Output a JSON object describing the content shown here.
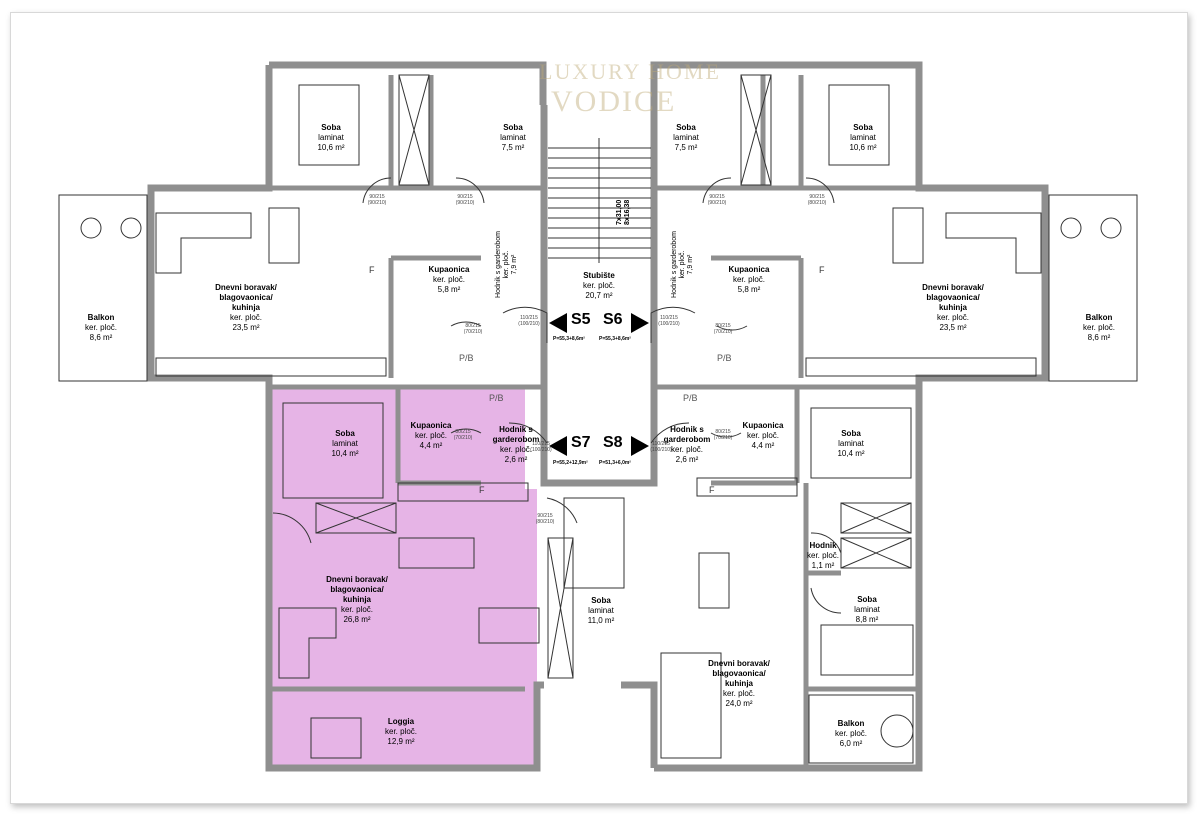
{
  "watermark": {
    "line1": "LUXURY HOME",
    "line2": "VODICE"
  },
  "colors": {
    "highlight": "#e6b4e6",
    "wall": "#8f8f8f",
    "line": "#333333"
  },
  "units": [
    {
      "id": "S5",
      "useful_area": "P=55,3+8,6m²"
    },
    {
      "id": "S6",
      "useful_area": "P=55,3+8,6m²"
    },
    {
      "id": "S7",
      "useful_area": "P=55,2+12,9m²"
    },
    {
      "id": "S8",
      "useful_area": "P=51,3+6,0m²"
    }
  ],
  "rooms": {
    "s5_soba1": {
      "name": "Soba",
      "floor": "laminat",
      "area": "10,6 m²"
    },
    "s5_soba2": {
      "name": "Soba",
      "floor": "laminat",
      "area": "7,5 m²"
    },
    "s6_soba2": {
      "name": "Soba",
      "floor": "laminat",
      "area": "7,5 m²"
    },
    "s6_soba1": {
      "name": "Soba",
      "floor": "laminat",
      "area": "10,6 m²"
    },
    "s5_balkon": {
      "name": "Balkon",
      "floor": "ker. ploč.",
      "area": "8,6 m²"
    },
    "s5_dnevni": {
      "name1": "Dnevni boravak/",
      "name2": "blagovaonica/",
      "name3": "kuhinja",
      "floor": "ker. ploč.",
      "area": "23,5 m²"
    },
    "s5_kupaonica": {
      "name": "Kupaonica",
      "floor": "ker. ploč.",
      "area": "5,8 m²"
    },
    "s5_hodnik": {
      "name": "Hodnik s garderobom",
      "floor": "ker. ploč.",
      "area": "7,9 m²"
    },
    "stubiste": {
      "name": "Stubište",
      "floor": "ker. ploč.",
      "area": "20,7 m²",
      "stair_note1": "7x31,00",
      "stair_note2": "8x16,38"
    },
    "s6_hodnik": {
      "name": "Hodnik s garderobom",
      "floor": "ker. ploč.",
      "area": "7,9 m²"
    },
    "s6_kupaonica": {
      "name": "Kupaonica",
      "floor": "ker. ploč.",
      "area": "5,8 m²"
    },
    "s6_dnevni": {
      "name1": "Dnevni boravak/",
      "name2": "blagovaonica/",
      "name3": "kuhinja",
      "floor": "ker. ploč.",
      "area": "23,5 m²"
    },
    "s6_balkon": {
      "name": "Balkon",
      "floor": "ker. ploč.",
      "area": "8,6 m²"
    },
    "s7_soba": {
      "name": "Soba",
      "floor": "laminat",
      "area": "10,4 m²"
    },
    "s7_kupaonica": {
      "name": "Kupaonica",
      "floor": "ker. ploč.",
      "area": "4,4 m²"
    },
    "s7_hodnik": {
      "name1": "Hodnik s",
      "name2": "garderobom",
      "floor": "ker. ploč.",
      "area": "2,6 m²"
    },
    "s7_dnevni": {
      "name1": "Dnevni boravak/",
      "name2": "blagovaonica/",
      "name3": "kuhinja",
      "floor": "ker. ploč.",
      "area": "26,8 m²"
    },
    "s7_loggia": {
      "name": "Loggia",
      "floor": "ker. ploč.",
      "area": "12,9 m²"
    },
    "s8_soba_mid": {
      "name": "Soba",
      "floor": "laminat",
      "area": "11,0 m²"
    },
    "s8_hodnik_s": {
      "name1": "Hodnik s",
      "name2": "garderobom",
      "floor": "ker. ploč.",
      "area": "2,6 m²"
    },
    "s8_kupaonica": {
      "name": "Kupaonica",
      "floor": "ker. ploč.",
      "area": "4,4 m²"
    },
    "s8_soba1": {
      "name": "Soba",
      "floor": "laminat",
      "area": "10,4 m²"
    },
    "s8_hodnik": {
      "name": "Hodnik",
      "floor": "ker. ploč.",
      "area": "1,1 m²"
    },
    "s8_soba2": {
      "name": "Soba",
      "floor": "laminat",
      "area": "8,8 m²"
    },
    "s8_dnevni": {
      "name1": "Dnevni boravak/",
      "name2": "blagovaonica/",
      "name3": "kuhinja",
      "floor": "ker. ploč.",
      "area": "24,0 m²"
    },
    "s8_balkon": {
      "name": "Balkon",
      "floor": "ker. ploč.",
      "area": "6,0 m²"
    }
  },
  "doors": {
    "d90_215": "90/215",
    "d90_210": "(90/210)",
    "d80_215": "80/215",
    "d80_210": "(80/210)",
    "d110_215": "110/215",
    "d100_210": "(100/210)",
    "d70_210": "(70/210)",
    "d80b_215": "80/215",
    "d70b_210": "(70/210)",
    "d90b_215": "90/215",
    "d80c_210": "(80/210)"
  },
  "fixtures": {
    "pb": "P/B",
    "fridge": "F"
  }
}
